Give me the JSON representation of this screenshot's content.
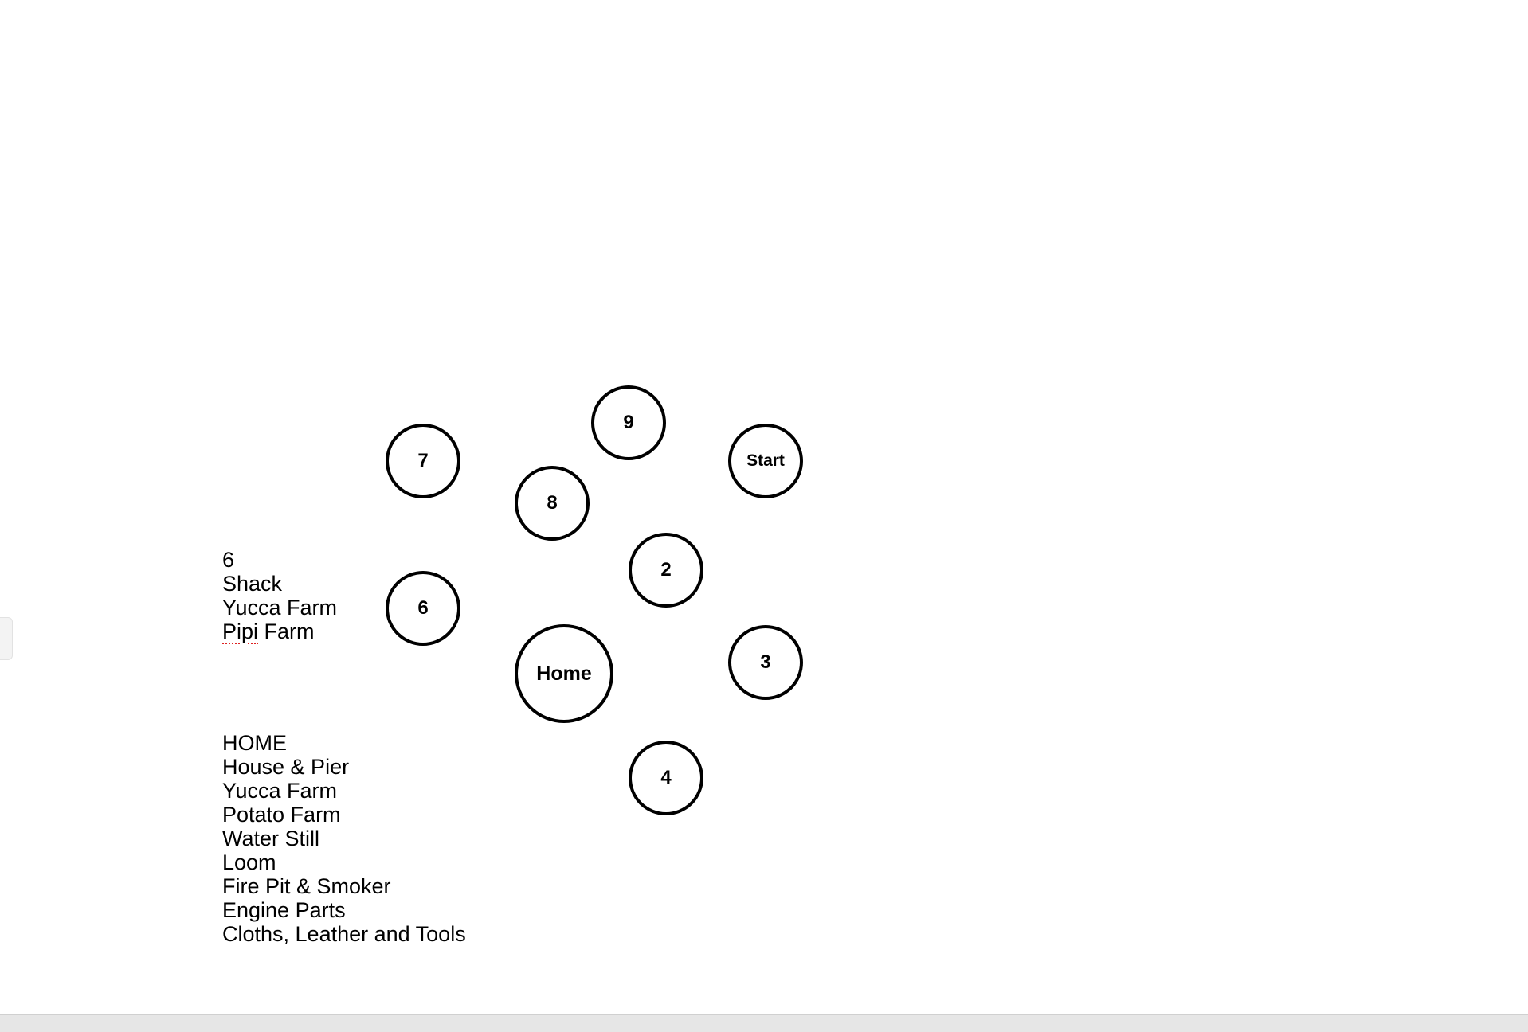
{
  "nodes": {
    "n9": "9",
    "n7": "7",
    "start": "Start",
    "n8": "8",
    "n2": "2",
    "n6": "6",
    "home": "Home",
    "n3": "3",
    "n4": "4"
  },
  "notes": {
    "area6": {
      "title": "6",
      "line1": "Shack",
      "line2": "Yucca Farm",
      "line3_word": "Pipi",
      "line3_rest": " Farm"
    },
    "home": {
      "title": "HOME",
      "items": [
        "House & Pier",
        "Yucca Farm",
        "Potato Farm",
        "Water Still",
        "Loom",
        "Fire Pit & Smoker",
        "Engine Parts",
        "Cloths, Leather and Tools"
      ]
    }
  },
  "colors": {
    "stroke": "#000000",
    "spellcheck": "#dd2222"
  }
}
